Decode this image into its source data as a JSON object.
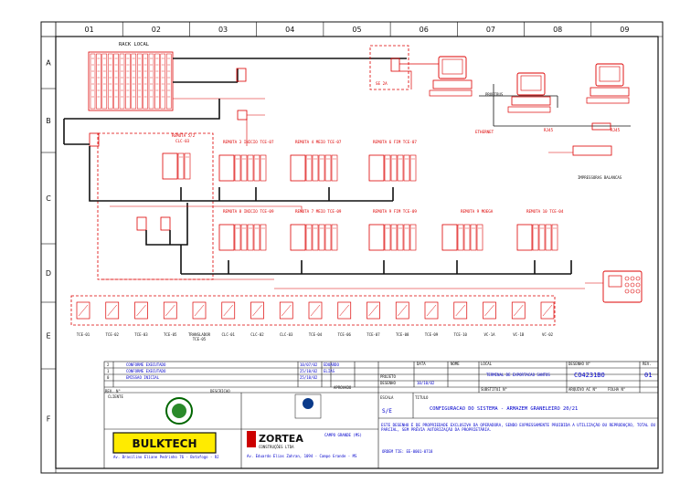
{
  "columns": [
    "01",
    "02",
    "03",
    "04",
    "05",
    "06",
    "07",
    "08",
    "09"
  ],
  "rows": [
    "A",
    "B",
    "C",
    "D",
    "E",
    "F"
  ],
  "rack": {
    "title": "RACK LOCAL"
  },
  "remotas": [
    {
      "label": "REMOTA 5/2",
      "sub": "CLC-03"
    },
    {
      "label": "REMOTA 3 INICIO TCE-07"
    },
    {
      "label": "REMOTA 4 MEIO TCE-07"
    },
    {
      "label": "REMOTA 6 FIM TCE-07"
    },
    {
      "label": "REMOTA 8 INICIO TCE-09"
    },
    {
      "label": "REMOTA 7 MEIO TCE-09"
    },
    {
      "label": "REMOTA 9 FIM TCE-09"
    },
    {
      "label": "REMOTA 9 MOEGA"
    },
    {
      "label": "REMOTA 10 TCE-04"
    }
  ],
  "network": {
    "se": "SE 2A",
    "profibus": "PROFIBUS",
    "ethernet": "ETHERNET",
    "rj45_a": "RJ45",
    "rj45_b": "RJ45",
    "printers": "IMPRESSORAS\nBALANCAS"
  },
  "field_devices": [
    "TCE-01",
    "TCE-02",
    "TCE-03",
    "TCE-05",
    "TRANSLADOR TCE-05",
    "CLC-01",
    "CLC-02",
    "CLC-03",
    "TCE-04",
    "TCE-06",
    "TCE-07",
    "TCE-08",
    "TCE-09",
    "TCE-10",
    "VC-1A",
    "VC-1B",
    "VC-02"
  ],
  "revisions": [
    {
      "rev": "2",
      "desc": "CONFORME EXECUTADO",
      "date": "10/07/02",
      "by": "EDUARDO"
    },
    {
      "rev": "1",
      "desc": "CONFORME EXECUTADO",
      "date": "25/10/02",
      "by": "ELIAS"
    },
    {
      "rev": "0",
      "desc": "EMISSAO INICIAL",
      "date": "25/10/02",
      "by": ""
    }
  ],
  "title_block": {
    "rev_label": "REV. N°",
    "desc_label": "DESCRICAO",
    "cliente_label": "CLIENTE",
    "aprovado_label": "APROVADO",
    "projeto_label": "PROJETO",
    "desenho_label": "DESENHO",
    "escala_label": "ESCALA",
    "escala": "S/E",
    "data_label": "DATA",
    "data": "10/10/02",
    "nome_label": "NOME",
    "local_label": "LOCAL",
    "local": "TERMINAL DE EXPORTACAO SANTOS",
    "titulo_label": "TITULO",
    "titulo": "CONFIGURACAO DO SISTEMA - ARMAZEM GRANELEIRO 20/21",
    "desenho_n_label": "DESENHO N°",
    "desenho_n": "CO4231BO",
    "rev_n_label": "REV.",
    "rev_n": "01",
    "arquivo_label": "ARQUIVO AC N°",
    "substitui_label": "SUBSTITUI N°",
    "folha_label": "FOLHA N°",
    "disclaimer": "ESTE DESENHO É DE PROPRIEDADE EXCLUSIVA DA OPERADORA, SENDO EXPRESSAMENTE PROIBIDA A UTILIZAÇÃO OU REPRODUÇÃO, TOTAL OU PARCIAL, SEM PRÉVIA AUTORIZAÇÃO DA PROPRIETÁRIA.",
    "ref_code": "ORDEM TIE: EE-0001-0718"
  },
  "logos": {
    "bulktech": "BULKTECH",
    "zortea": "ZORTEA",
    "zortea_sub": "CONSTRUÇÕES LTDA",
    "bulktech_addr": "Av. Brasilino Eliane Pedrinho 76 - Botafogo - RJ",
    "zortea_addr": "Av. Eduardo Elias Zahran, 1094 - Campo Grande - MS",
    "campo_grande": "CAMPO GRANDE (MS)"
  },
  "colors": {
    "red": "#dd0000",
    "blue": "#0000cc",
    "black": "#111111"
  }
}
